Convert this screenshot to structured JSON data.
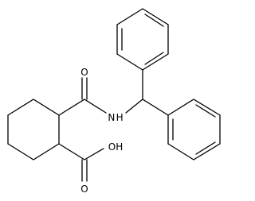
{
  "structure": {
    "atoms": {
      "o_carbonyl": "O",
      "nh": "N H",
      "oh": "OH",
      "o_acid": "O"
    },
    "colors": {
      "bond": "#000000",
      "label": "#000000",
      "background": "#ffffff"
    }
  }
}
